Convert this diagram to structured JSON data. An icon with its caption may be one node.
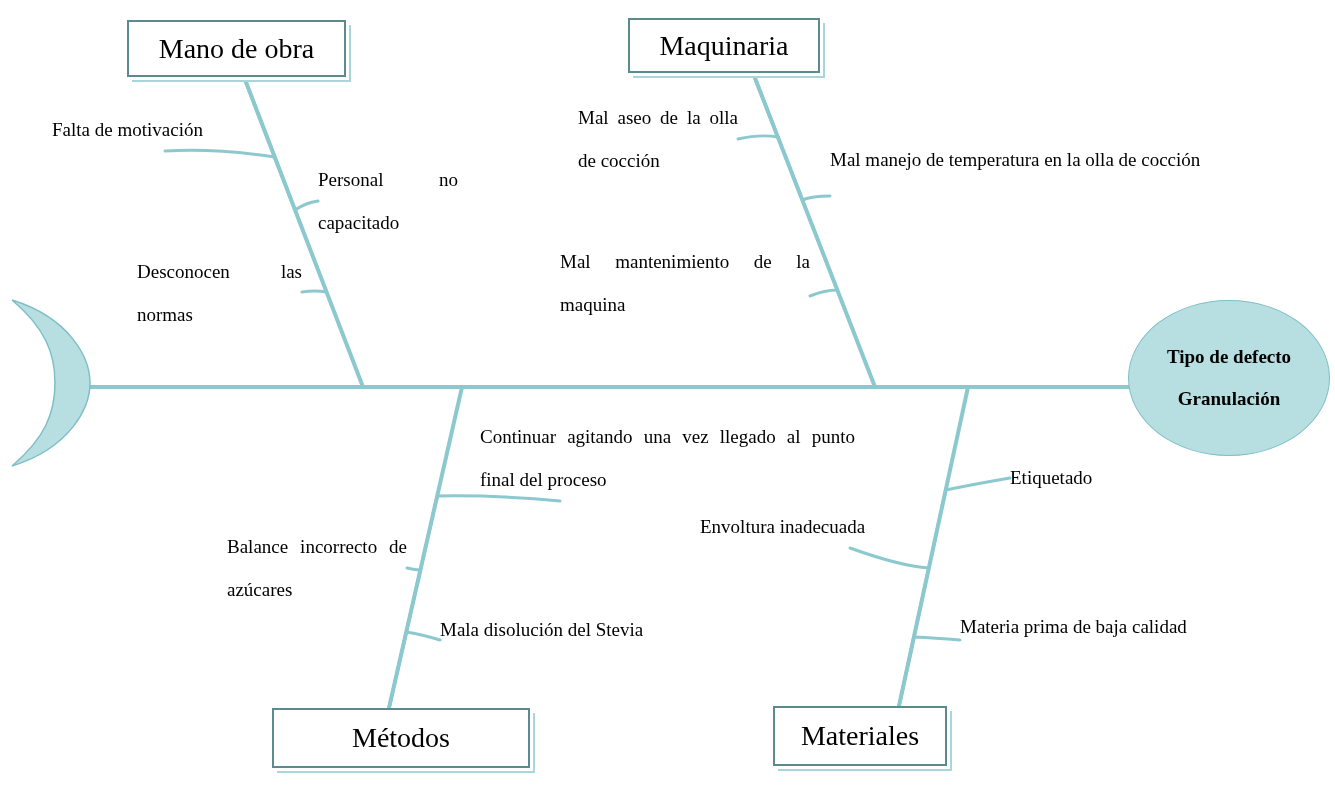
{
  "diagram": {
    "nodes": [
      {
        "text": [
          "Mano de obra"
        ]
      },
      {
        "text": [
          "Falta de motivación"
        ]
      },
      {
        "text": [
          "Personal no capacitado"
        ]
      },
      {
        "text": [
          "Desconocen las normas"
        ]
      },
      {
        "text": [
          "Maquinaria"
        ]
      },
      {
        "text": [
          "Mal aseo de la olla de cocción"
        ]
      },
      {
        "text": [
          "Mal manejo de temperatura en la olla de cocción"
        ]
      },
      {
        "text": [
          "Mal mantenimiento de la maquina"
        ]
      },
      {
        "text": [],
        "shape": "crescent"
      },
      {
        "text": [
          "Tipo de defecto Granulación"
        ]
      },
      {
        "text": [
          "Continuar agitando una vez llegado al punto final del proceso"
        ]
      },
      {
        "text": [
          "Balance incorrecto de azúcares"
        ]
      },
      {
        "text": [
          "Mala disolución del Stevia"
        ]
      },
      {
        "text": [
          "Métodos"
        ]
      },
      {
        "text": [
          "Etiquetado"
        ]
      },
      {
        "text": [
          "Envoltura inadecuada"
        ]
      },
      {
        "text": [
          "Materia prima de baja calidad"
        ]
      },
      {
        "text": [
          "Materiales"
        ]
      }
    ],
    "edges": [
      {
        "from": 8,
        "to": 9,
        "arrow": "none"
      },
      {
        "from": 0,
        "to": 9,
        "arrow": "none"
      },
      {
        "from": 4,
        "to": 9,
        "arrow": "none"
      },
      {
        "from": 13,
        "to": 9,
        "arrow": "none"
      },
      {
        "from": 17,
        "to": 9,
        "arrow": "none"
      },
      {
        "from": 1,
        "to": 0,
        "arrow": "none"
      },
      {
        "from": 2,
        "to": 0,
        "arrow": "none"
      },
      {
        "from": 3,
        "to": 0,
        "arrow": "none"
      },
      {
        "from": 5,
        "to": 4,
        "arrow": "none"
      },
      {
        "from": 6,
        "to": 4,
        "arrow": "none"
      },
      {
        "from": 7,
        "to": 4,
        "arrow": "none"
      },
      {
        "from": 10,
        "to": 13,
        "arrow": "none"
      },
      {
        "from": 11,
        "to": 13,
        "arrow": "none"
      },
      {
        "from": 12,
        "to": 13,
        "arrow": "none"
      },
      {
        "from": 14,
        "to": 17,
        "arrow": "none"
      },
      {
        "from": 15,
        "to": 17,
        "arrow": "none"
      },
      {
        "from": 16,
        "to": 17,
        "arrow": "none"
      }
    ]
  }
}
